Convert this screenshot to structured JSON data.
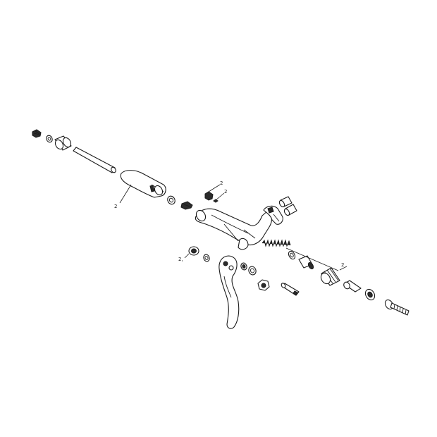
{
  "diagram": {
    "callouts": [
      {
        "id": "callout-grip",
        "label": "2"
      },
      {
        "id": "callout-top-screw",
        "label": "2"
      },
      {
        "id": "callout-top-pin",
        "label": "2"
      },
      {
        "id": "callout-left-bushing",
        "label": "2,"
      },
      {
        "id": "callout-spring-set",
        "label": "2"
      }
    ]
  }
}
